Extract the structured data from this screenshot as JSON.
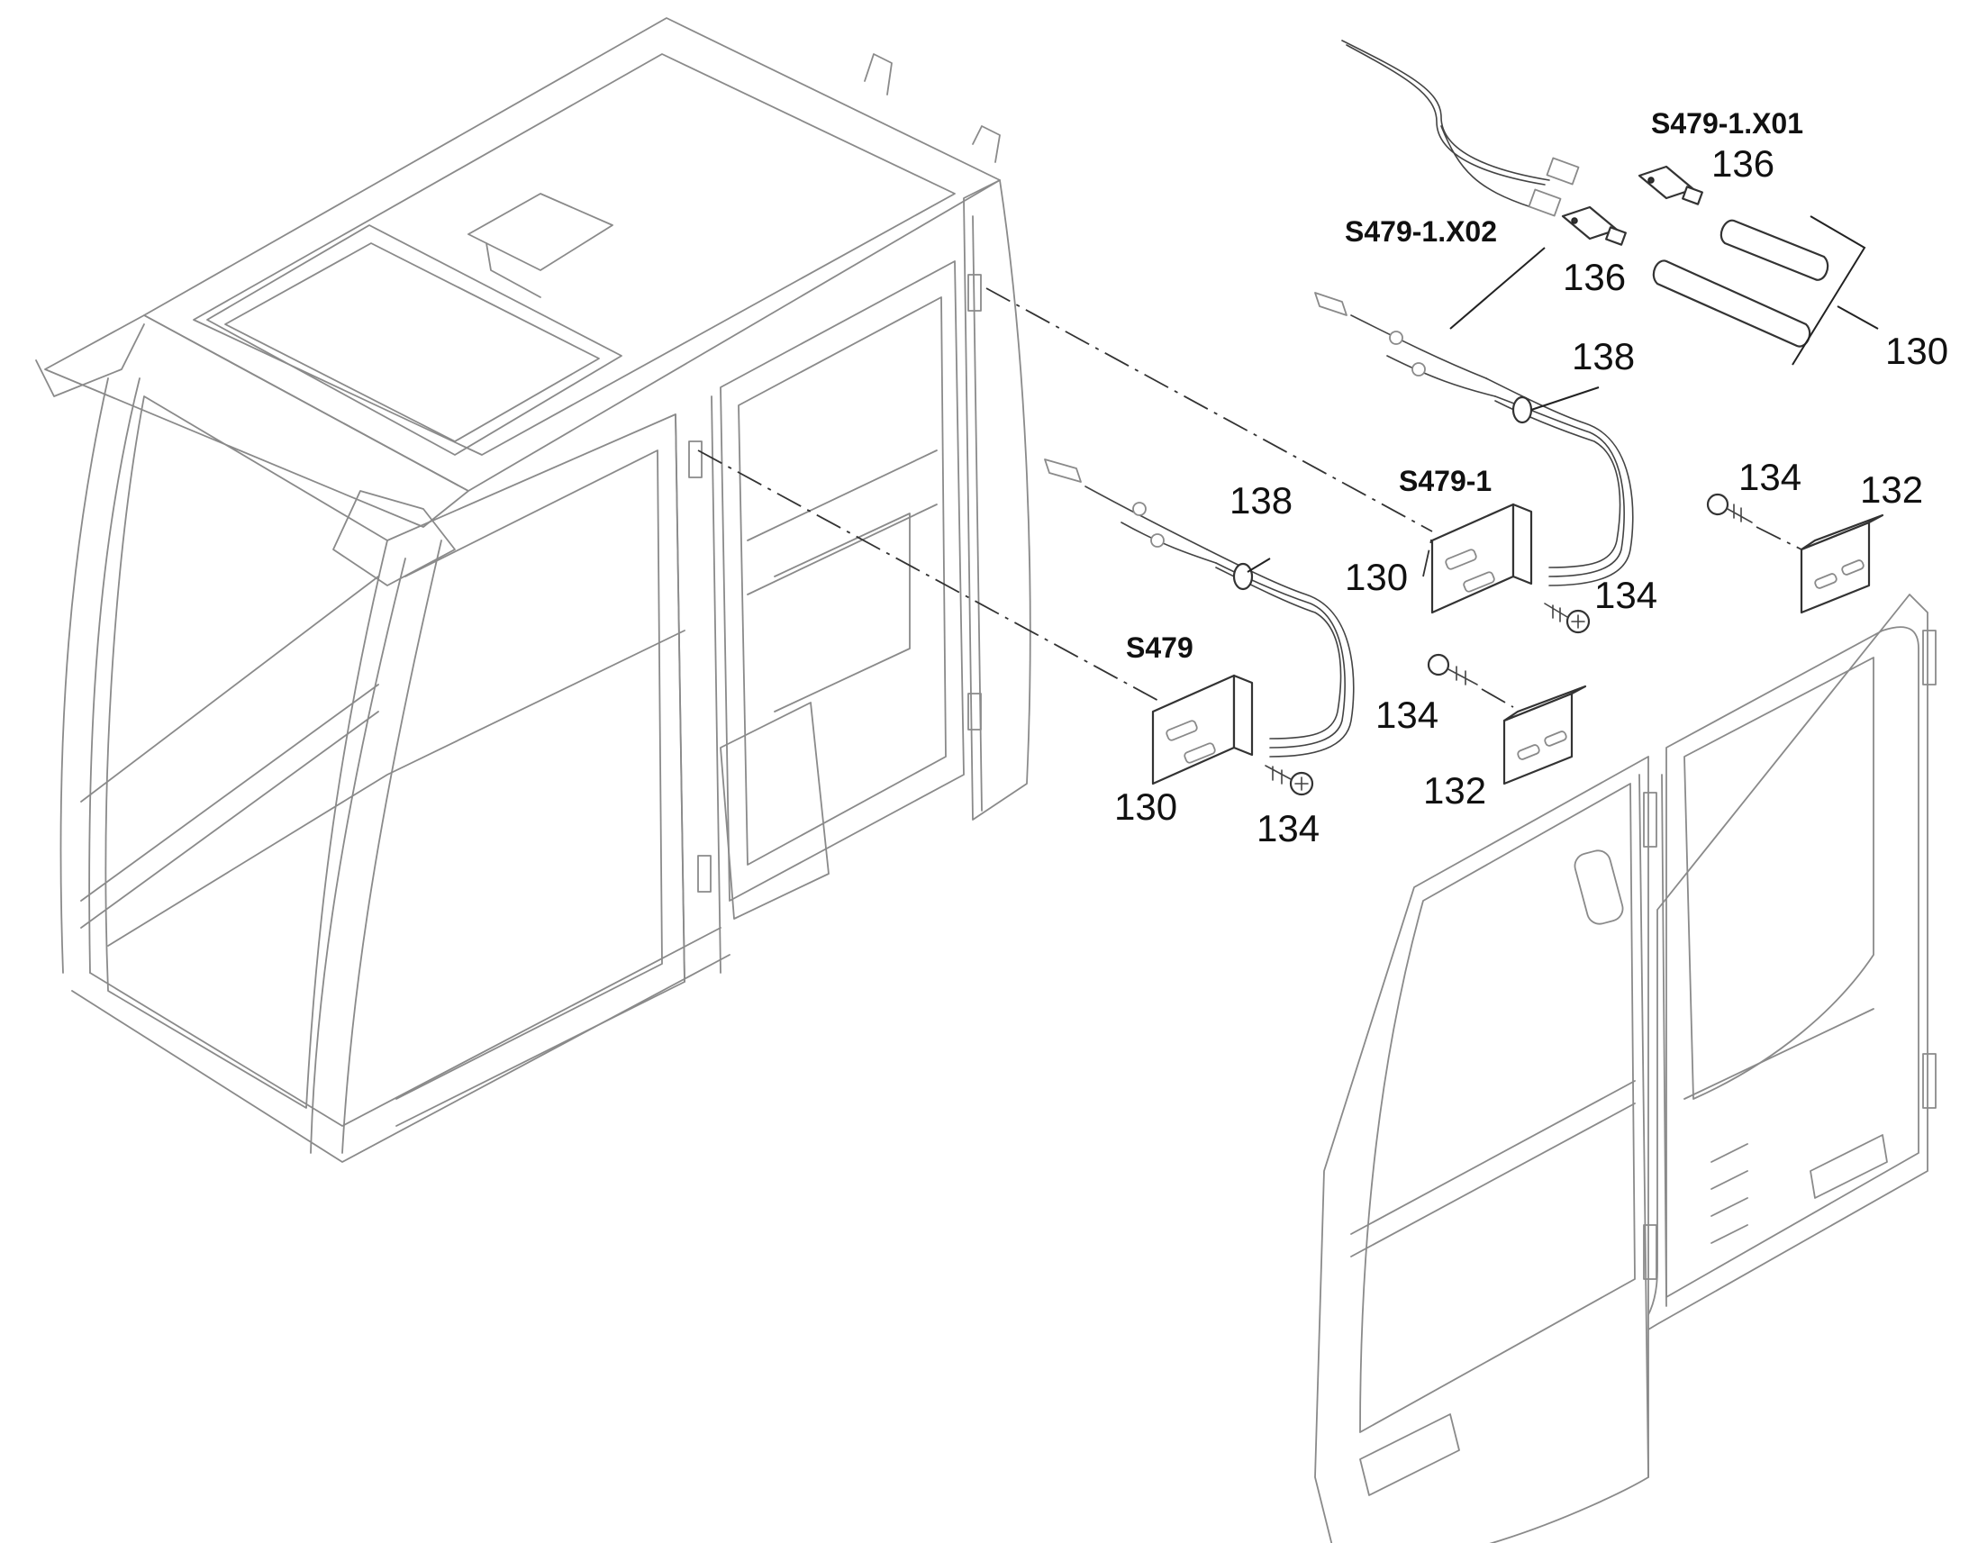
{
  "callouts": {
    "top_connector_1_ref": "S479-1.X01",
    "top_connector_1_num": "136",
    "top_connector_2_ref": "S479-1.X02",
    "top_connector_2_num": "136",
    "sleeve_num": "130",
    "upper_harness_num": "138",
    "upper_switch_ref": "S479-1",
    "upper_switch_num": "130",
    "upper_switch_screw_num": "134",
    "right_screw_num": "134",
    "right_magnet_num": "132",
    "lower_harness_num": "138",
    "lower_switch_ref": "S479",
    "lower_switch_num": "130",
    "lower_switch_screw_num": "134",
    "mid_screw_num": "134",
    "mid_magnet_num": "132"
  }
}
